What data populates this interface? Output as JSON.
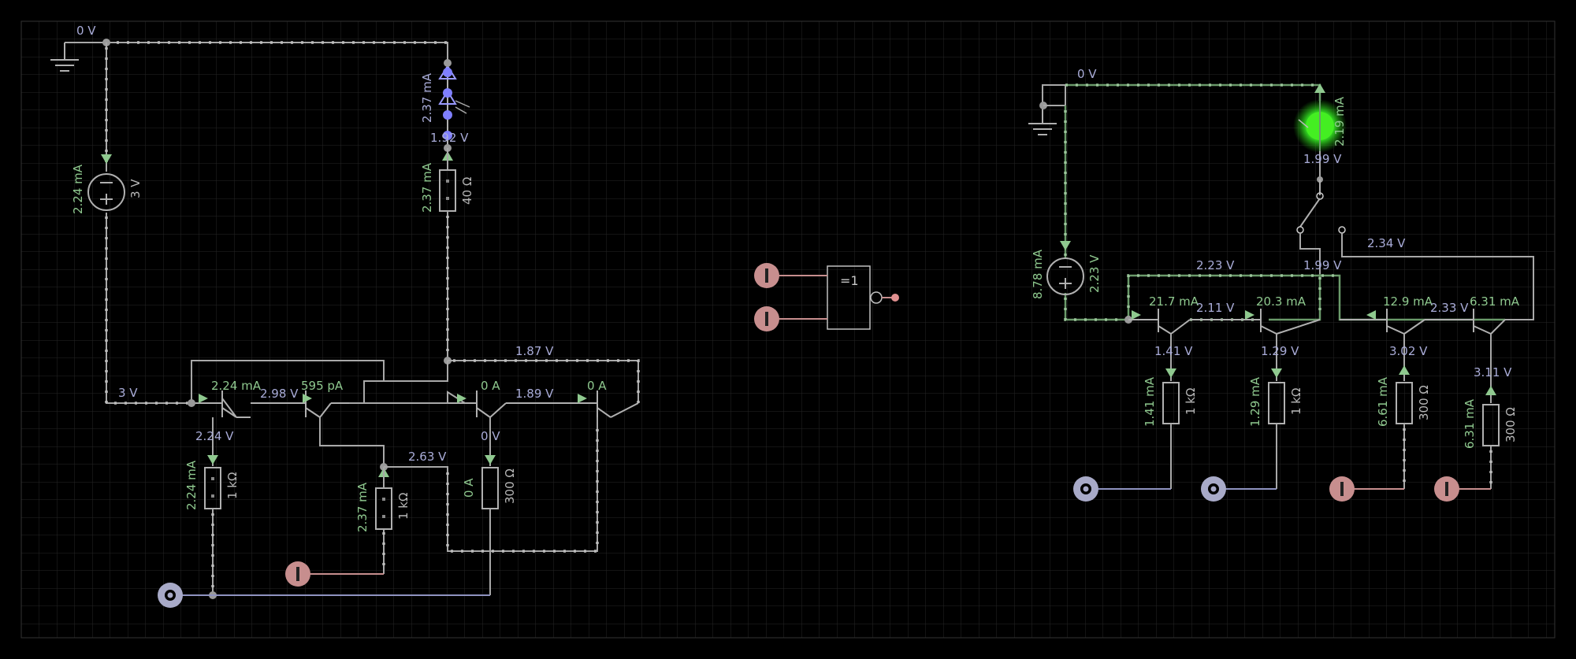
{
  "circuit_left": {
    "ground_voltage": "0 V",
    "source_current": "2.24 mA",
    "source_voltage": "3 V",
    "source_node_voltage": "3 V",
    "led_current": "2.37 mA",
    "led_voltage": "1.92 V",
    "led_color": "#7f7fff",
    "res_top_current": "2.37 mA",
    "res_top_value": "40 Ω",
    "node_1_87": "1.87 V",
    "t1_current": "2.24 mA",
    "t1_t2_voltage": "2.98 V",
    "t2_current": "595 pA",
    "t3_current": "0 A",
    "t3_t4_voltage": "1.89 V",
    "t4_current": "0 A",
    "node_2_24": "2.24 V",
    "res1_current": "2.24 mA",
    "res1_value": "1 kΩ",
    "node_2_63": "2.63 V",
    "res2_current": "2.37 mA",
    "res2_value": "1 kΩ",
    "node_0v": "0 V",
    "res3_current": "0 A",
    "res3_value": "300 Ω"
  },
  "xor_gate": {
    "label": "=1"
  },
  "circuit_right": {
    "ground_voltage": "0 V",
    "source_current": "8.78 mA",
    "source_voltage": "2.23 V",
    "led_current": "2.19 mA",
    "led_voltage": "1.99 V",
    "led_color": "#33ff33",
    "node_2_34": "2.34 V",
    "node_2_23": "2.23 V",
    "node_1_99": "1.99 V",
    "t1_current": "21.7 mA",
    "t1_t2_voltage": "2.11 V",
    "t2_current": "20.3 mA",
    "t3_current": "12.9 mA",
    "t3_t4_voltage": "2.33 V",
    "t4_current": "6.31 mA",
    "e1_voltage": "1.41 V",
    "r1_current": "1.41 mA",
    "r1_value": "1 kΩ",
    "e2_voltage": "1.29 V",
    "r2_current": "1.29 mA",
    "r2_value": "1 kΩ",
    "e3_voltage": "3.02 V",
    "r3_current": "6.61 mA",
    "r3_value": "300 Ω",
    "e4_voltage": "3.11 V",
    "r4_current": "6.31 mA",
    "r4_value": "300 Ω"
  },
  "colors": {
    "voltage_label": "#a9acd8",
    "current_label": "#8fc98f",
    "input_on": "#c78e8e",
    "input_off": "#a8aac8",
    "background": "#000000",
    "grid": "#2a2a2a"
  }
}
